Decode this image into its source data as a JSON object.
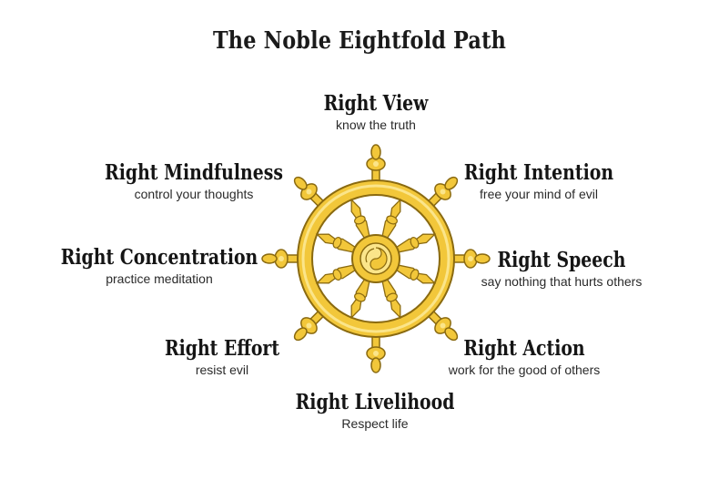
{
  "title": "The Noble Eightfold Path",
  "colors": {
    "wheel_fill": "#f2c73a",
    "wheel_light": "#fbe58a",
    "wheel_outline": "#8a6a10"
  },
  "paths": [
    {
      "id": "view",
      "name": "Right View",
      "description": "know the truth"
    },
    {
      "id": "intention",
      "name": "Right Intention",
      "description": "free your mind of evil"
    },
    {
      "id": "speech",
      "name": "Right Speech",
      "description": "say nothing that hurts others"
    },
    {
      "id": "action",
      "name": "Right Action",
      "description": "work for the good of others"
    },
    {
      "id": "livelihood",
      "name": "Right Livelihood",
      "description": "Respect life"
    },
    {
      "id": "effort",
      "name": "Right Effort",
      "description": "resist evil"
    },
    {
      "id": "concentration",
      "name": "Right Concentration",
      "description": "practice meditation"
    },
    {
      "id": "mindfulness",
      "name": "Right Mindfulness",
      "description": "control your thoughts"
    }
  ]
}
